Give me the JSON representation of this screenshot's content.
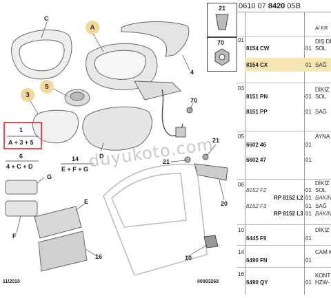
{
  "header": {
    "prefix": "0610 07 ",
    "bold": "8420",
    "suffix": " 05B"
  },
  "thumbs": [
    {
      "label": "21"
    },
    {
      "label": "70"
    }
  ],
  "diagram": {
    "callouts": [
      "C",
      "A",
      "4",
      "3",
      "5",
      "70",
      "1",
      "A + 3 + 5",
      "D",
      "6",
      "4 + C + D",
      "14",
      "E + F + G",
      "21",
      "21",
      "G",
      "20",
      "E",
      "F",
      "16",
      "10"
    ],
    "watermark": "duyukoto.com",
    "footer_left": "11/2010",
    "footer_right": "00083269"
  },
  "table": {
    "header_right": "A/ KR",
    "rows": [
      {
        "idx": "01",
        "part": "8154 CW",
        "qty": "01",
        "desc": "DIŞ DİK",
        "extra": "SOL",
        "highlight": false
      },
      {
        "idx": "",
        "part": "8154 CX",
        "qty": "01",
        "desc": "SAĞ",
        "extra": "",
        "highlight": true
      },
      {
        "idx": "03",
        "part": "8151 PN",
        "qty": "01",
        "desc": "DİKİZ",
        "extra": "SOL",
        "highlight": false
      },
      {
        "idx": "",
        "part": "8151 PP",
        "qty": "01",
        "desc": "SAĞ",
        "extra": "",
        "highlight": false
      },
      {
        "idx": "05",
        "part": "6602 46",
        "qty": "01",
        "desc": "AYNA",
        "extra": "",
        "highlight": false
      },
      {
        "idx": "",
        "part": "6602 47",
        "qty": "01",
        "desc": "",
        "extra": "",
        "highlight": false
      },
      {
        "idx": "06",
        "part": "8152 F2",
        "qty": "01",
        "desc": "DİKİZ",
        "extra": "SOL",
        "highlight": false
      },
      {
        "idx": "",
        "part": "RP 8152 L2",
        "qty": "01",
        "desc": "BAKIN",
        "extra": "",
        "highlight": false
      },
      {
        "idx": "",
        "part": "8152 F3",
        "qty": "01",
        "desc": "SAĞ",
        "extra": "",
        "highlight": false
      },
      {
        "idx": "",
        "part": "RP 8152 L3",
        "qty": "01",
        "desc": "BAKIN",
        "extra": "",
        "highlight": false
      },
      {
        "idx": "10",
        "part": "6445 F9",
        "qty": "01",
        "desc": "DİKİZ",
        "extra": "",
        "highlight": false
      },
      {
        "idx": "14",
        "part": "6490 FN",
        "qty": "01",
        "desc": "CAM K",
        "extra": "",
        "highlight": false
      },
      {
        "idx": "16",
        "part": "6490 QY",
        "qty": "01",
        "desc": "KONT",
        "extra": "HZW-",
        "highlight": false
      }
    ]
  },
  "colors": {
    "badge": "#f3d79b",
    "highlight": "#f6e6b4",
    "redbox": "#e02020"
  }
}
